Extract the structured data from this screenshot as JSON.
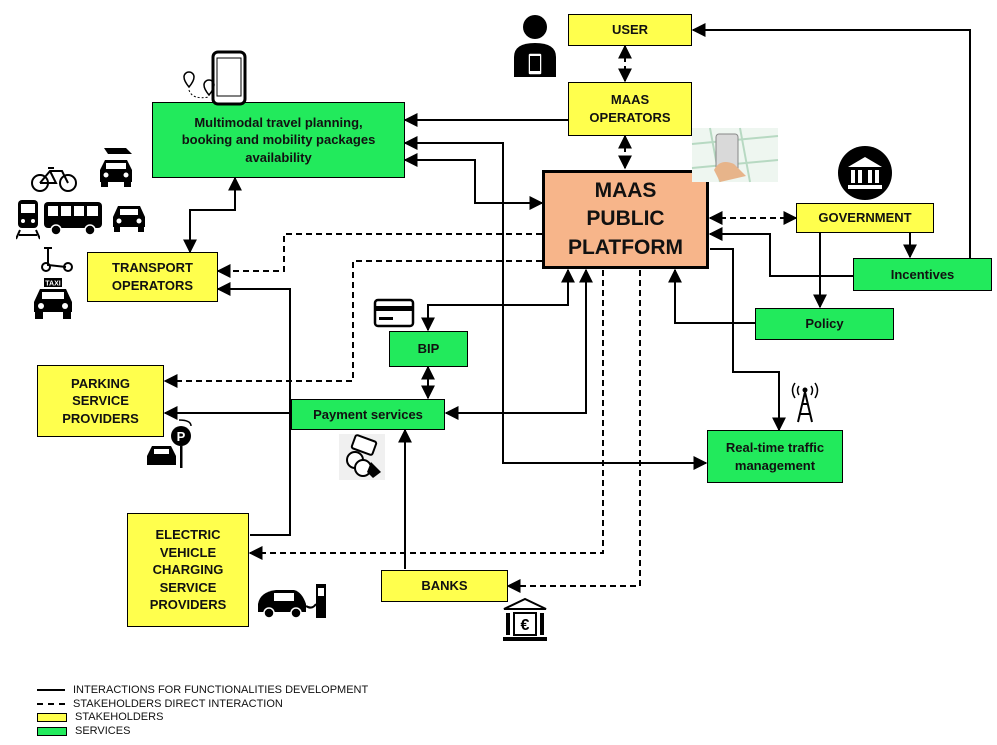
{
  "nodes": {
    "user": "USER",
    "maas_operators": "MAAS\nOPERATORS",
    "multimodal": "Multimodal travel planning,\nbooking and mobility packages\navailability",
    "platform": "MAAS\nPUBLIC\nPLATFORM",
    "government": "GOVERNMENT",
    "incentives": "Incentives",
    "policy": "Policy",
    "transport_operators": "TRANSPORT\nOPERATORS",
    "bip": "BIP",
    "parking": "PARKING\nSERVICE\nPROVIDERS",
    "payment": "Payment services",
    "realtime": "Real-time traffic\nmanagement",
    "ev_charging": "ELECTRIC\nVEHICLE\nCHARGING\nSERVICE\nPROVIDERS",
    "banks": "BANKS"
  },
  "icon_labels": {
    "taxi": "TAXI"
  },
  "legend": {
    "solid": "INTERACTIONS FOR FUNCTIONALITIES DEVELOPMENT",
    "dashed": "STAKEHOLDERS DIRECT INTERACTION",
    "stakeholders": "STAKEHOLDERS",
    "services": "SERVICES"
  },
  "colors": {
    "stakeholder": "#ffff4d",
    "service": "#22ea5c",
    "platform": "#f7b58a"
  }
}
